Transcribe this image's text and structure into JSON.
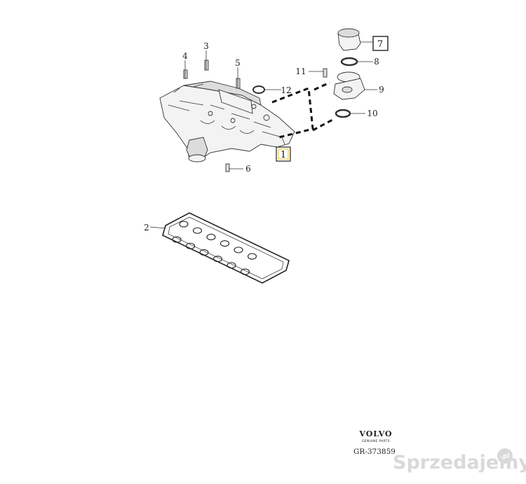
{
  "callouts": {
    "c1": "1",
    "c2": "2",
    "c3": "3",
    "c4": "4",
    "c5": "5",
    "c6": "6",
    "c7": "7",
    "c8": "8",
    "c9": "9",
    "c10": "10",
    "c11": "11",
    "c12": "12"
  },
  "brand": {
    "name": "VOLVO",
    "tagline": "GENUINE PARTS"
  },
  "reference": "GR-373859",
  "watermark": {
    "text": "Sprzedajemy",
    "suffix": ".pl"
  },
  "colors": {
    "background": "#ffffff",
    "highlight_box": "#e8c84a",
    "line": "#333333",
    "watermark": "#d9d9d9"
  }
}
